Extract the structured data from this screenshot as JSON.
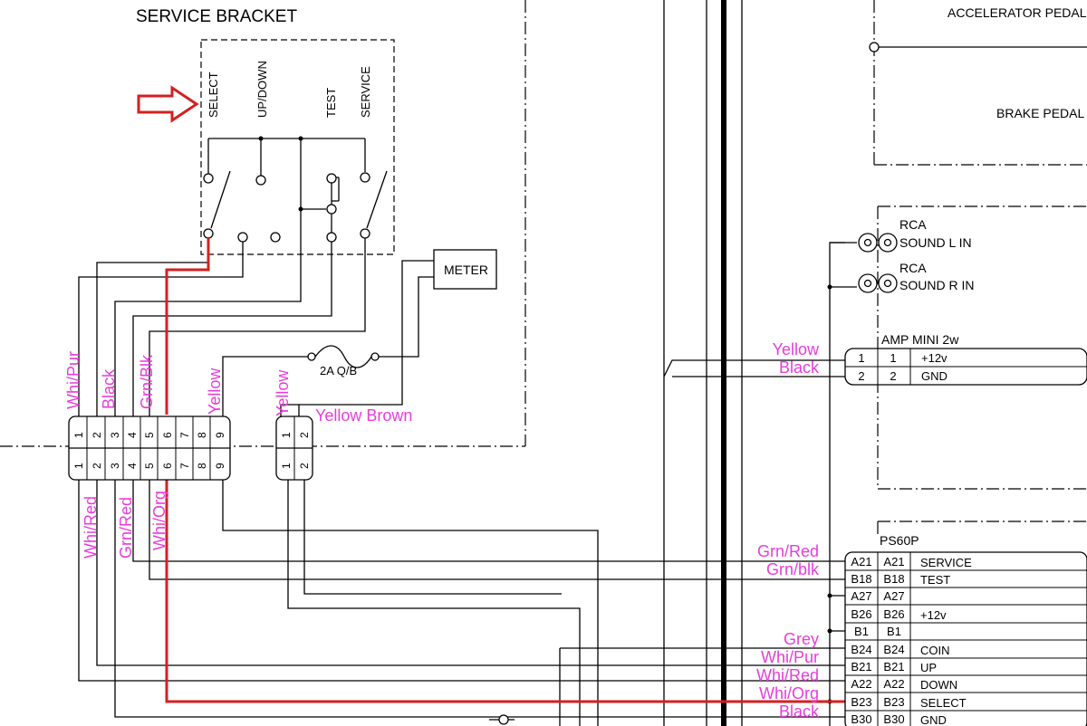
{
  "title": "SERVICE BRACKET",
  "switch_labels": [
    "SELECT",
    "UP/DOWN",
    "TEST",
    "SERVICE"
  ],
  "meter_label": "METER",
  "fuse_label": "2A Q/B",
  "pedals": {
    "accelerator": "ACCELERATOR PEDAL",
    "brake": "BRAKE PEDAL"
  },
  "rca": [
    {
      "type": "RCA",
      "label": "SOUND L IN"
    },
    {
      "type": "RCA",
      "label": "SOUND R IN"
    }
  ],
  "amp": {
    "title": "AMP MINI 2w",
    "rows": [
      {
        "pin": "1",
        "pin2": "1",
        "signal": "+12v",
        "wire": "Yellow"
      },
      {
        "pin": "2",
        "pin2": "2",
        "signal": "GND",
        "wire": "Black"
      }
    ]
  },
  "connector9": {
    "pins": [
      "1",
      "2",
      "3",
      "4",
      "5",
      "6",
      "7",
      "8",
      "9"
    ],
    "top_wires": [
      "Whi/Pur",
      "Black",
      "Grn/Blk",
      "Yellow"
    ],
    "bottom_wires": [
      "Whi/Red",
      "Grn/Red",
      "Whi/Org"
    ]
  },
  "connector2": {
    "pins": [
      "1",
      "2"
    ],
    "top_wire": "Yellow",
    "side_label": "Yellow Brown"
  },
  "ps60p": {
    "title": "PS60P",
    "rows": [
      {
        "pin": "A21",
        "pin2": "A21",
        "signal": "SERVICE",
        "wire": "Grn/Red"
      },
      {
        "pin": "B18",
        "pin2": "B18",
        "signal": "TEST",
        "wire": "Grn/blk"
      },
      {
        "pin": "A27",
        "pin2": "A27",
        "signal": "",
        "wire": ""
      },
      {
        "pin": "B26",
        "pin2": "B26",
        "signal": "+12v",
        "wire": ""
      },
      {
        "pin": "B1",
        "pin2": "B1",
        "signal": "",
        "wire": ""
      },
      {
        "pin": "B24",
        "pin2": "B24",
        "signal": "COIN",
        "wire": "Grey"
      },
      {
        "pin": "B21",
        "pin2": "B21",
        "signal": "UP",
        "wire": "Whi/Pur"
      },
      {
        "pin": "A22",
        "pin2": "A22",
        "signal": "DOWN",
        "wire": "Whi/Red"
      },
      {
        "pin": "B23",
        "pin2": "B23",
        "signal": "SELECT",
        "wire": "Whi/Org"
      },
      {
        "pin": "B30",
        "pin2": "B30",
        "signal": "GND",
        "wire": "Black"
      }
    ]
  },
  "colors": {
    "wire_label": "#e83cdc",
    "highlight_wire": "#d42020",
    "arrow": "#d42020",
    "line": "#000000"
  }
}
